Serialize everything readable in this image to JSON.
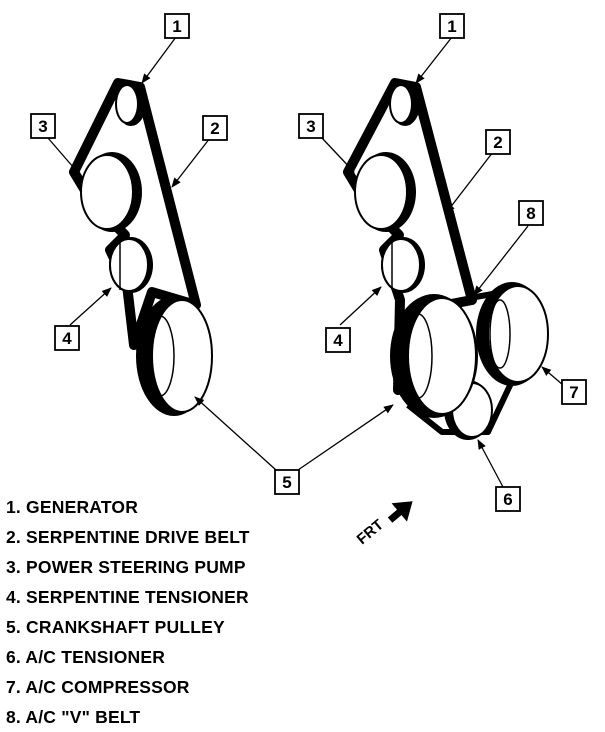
{
  "callouts": {
    "generator": "1",
    "serpentine_drive_belt": "2",
    "power_steering_pump": "3",
    "serpentine_tensioner": "4",
    "crankshaft_pulley": "5",
    "ac_tensioner": "6",
    "ac_compressor": "7",
    "ac_v_belt": "8"
  },
  "direction_label": "FRT",
  "legend": [
    "1. GENERATOR",
    "2. SERPENTINE DRIVE BELT",
    "3. POWER STEERING PUMP",
    "4. SERPENTINE TENSIONER",
    "5. CRANKSHAFT PULLEY",
    "6. A/C TENSIONER",
    "7. A/C COMPRESSOR",
    "8. A/C \"V\" BELT"
  ],
  "colors": {
    "ink": "#000000",
    "paper": "#ffffff"
  }
}
